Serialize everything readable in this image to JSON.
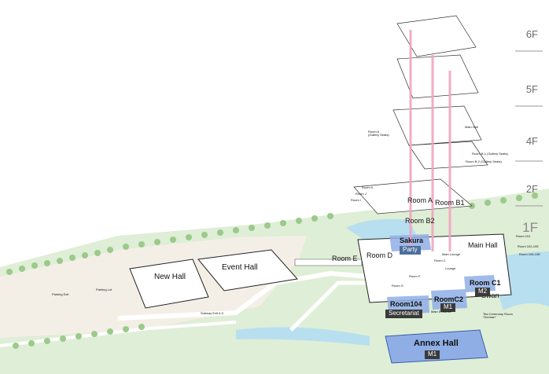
{
  "floors": [
    "6F",
    "5F",
    "4F",
    "2F",
    "1F"
  ],
  "rooms": {
    "main_hall": "Main Hall",
    "event_hall": "Event Hall",
    "new_hall": "New Hall",
    "room_a": "Room A",
    "room_b1": "Room B1",
    "room_b2": "Room B2",
    "room_c1": "Room C1",
    "room_c2": "RoomC2",
    "room_d": "Room D",
    "room_e": "Room E",
    "room_104": "Room104",
    "swan": "Swan",
    "sakura": "Sakura",
    "annex_hall": "Annex Hall"
  },
  "tags": {
    "party": "Party",
    "m2": "M2",
    "m1_c2": "M1",
    "secretariat": "Secretariat",
    "m1_annex": "M1"
  },
  "small_labels": {
    "parking_exit": "Parking Exit",
    "parking_lot": "Parking Lot",
    "subway_exit": "Subway Exit 4-3",
    "main_hall_4f": "Main Hall",
    "room_a_4f": "Room A\n(Gallery Seats)",
    "room_b1_4f": "Room B-1 (Gallery Seats)",
    "room_b2_4f": "Room B-2 (Gallery Seats)",
    "room_k": "Room K",
    "room_j": "Room J",
    "room_i": "Room I",
    "room_101": "Room 101",
    "room_102_105": "Room 102-105",
    "room_106_108": "Room 106-108",
    "tea_ceremony": "Tea Ceremony Room\n\"Horinan\"",
    "main_lounge": "Main Lounge",
    "lounge": "Lounge",
    "room_c": "Room C",
    "room_g": "Room G",
    "room_f": "Room F",
    "exit_main": "Main Entrance"
  },
  "colors": {
    "grass": "#dfeed6",
    "road": "#ffffff",
    "water": "#b8dff0",
    "trees": "#9cc98c",
    "highlight": "#8faee6",
    "elevator": "#f0a4c0",
    "floor_line": "#7f7f7f"
  }
}
